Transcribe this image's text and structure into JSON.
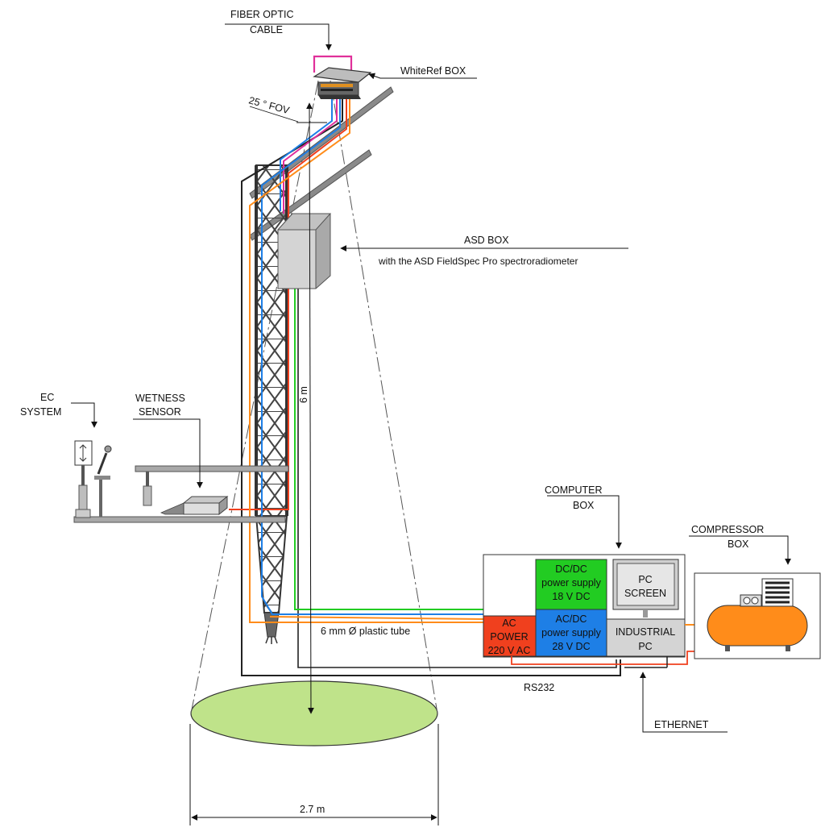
{
  "labels": {
    "fiber_optic": [
      "FIBER OPTIC",
      "CABLE"
    ],
    "whiteref": "WhiteRef BOX",
    "fov": "25 ° FOV",
    "asd_box": "ASD BOX",
    "asd_desc": "with the ASD FieldSpec Pro spectroradiometer",
    "height": "6 m",
    "ec_system": [
      "EC",
      "SYSTEM"
    ],
    "wetness": [
      "WETNESS",
      "SENSOR"
    ],
    "computer_box": [
      "COMPUTER",
      "BOX"
    ],
    "compressor_box": [
      "COMPRESSOR",
      "BOX"
    ],
    "plastic_tube": "6 mm Ø plastic tube",
    "rs232": "RS232",
    "ethernet": "ETHERNET",
    "footprint": "2.7 m"
  },
  "computer_box": {
    "dcdc": [
      "DC/DC",
      "power supply",
      "18 V DC"
    ],
    "acdc": [
      "AC/DC",
      "power supply",
      "28 V DC"
    ],
    "ac_power": [
      "AC",
      "POWER",
      "220 V AC"
    ],
    "pc_screen": [
      "PC",
      "SCREEN"
    ],
    "industrial_pc": [
      "INDUSTRIAL",
      "PC"
    ]
  },
  "colors": {
    "green": "#22cc22",
    "blue": "#1e7fe6",
    "red": "#f0401e",
    "orange": "#ff8c1a",
    "magenta": "#e0309a",
    "footprint": "#bfe38a"
  }
}
